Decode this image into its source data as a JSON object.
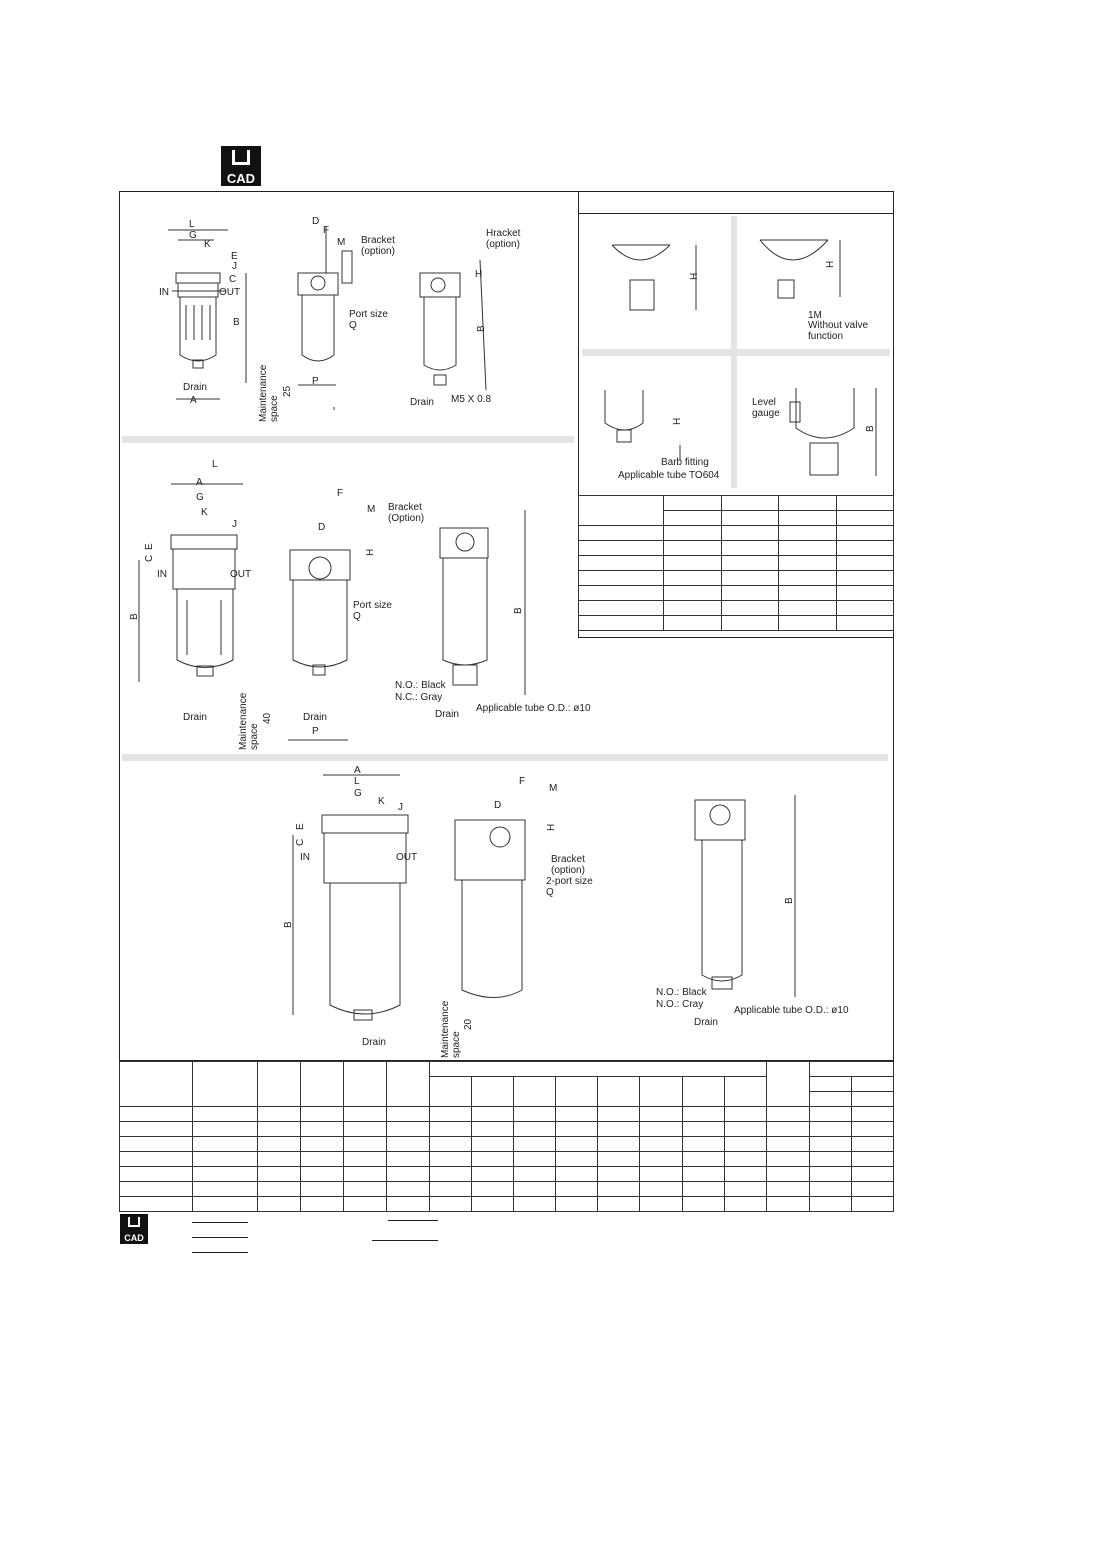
{
  "logo": {
    "text": "CAD"
  },
  "diagram1": {
    "labels": {
      "L": "L",
      "G": "G",
      "K": "K",
      "J": "J",
      "E": "E",
      "C": "C",
      "IN": "IN",
      "OUT": "OUT",
      "B": "B",
      "A": "A",
      "Drain": "Drain",
      "D": "D",
      "F": "F",
      "M": "M",
      "bracket": "Bracket\n(option)",
      "port_size": "Port size\nQ",
      "maintenance": "Maintenance\nspace",
      "maint_val": "25",
      "P": "P",
      "hracket": "Hracket\n(option)",
      "H": "H",
      "B2": "B",
      "drain2": "Drain",
      "m5": "M5 X 0.8"
    }
  },
  "options": {
    "cell1": {
      "H": "H"
    },
    "cell2": {
      "H": "H",
      "1m": "1M",
      "note": "Without valve\nfunction"
    },
    "cell3": {
      "H": "H",
      "barb": "Barb fitting",
      "tube": "Applicable tube TO604"
    },
    "cell4": {
      "level": "Level\ngauge",
      "B": "B"
    }
  },
  "diagram2": {
    "labels": {
      "L": "L",
      "A": "A",
      "G": "G",
      "K": "K",
      "J": "J",
      "E": "E",
      "C": "C",
      "IN": "IN",
      "OUT": "OUT",
      "B": "B",
      "drain": "Drain",
      "F": "F",
      "M": "M",
      "bracket": "Bracket\n(Option)",
      "D": "D",
      "H": "H",
      "port_size": "Port size\nQ",
      "maintenance": "Maintenance\nspace",
      "maint_val": "40",
      "drain2": "Drain",
      "P": "P",
      "B2": "B",
      "nc_black": "N.O.: Black",
      "nc_gray": "N.C.: Gray",
      "drain3": "Drain",
      "tube": "Applicable tube O.D.: ø10"
    }
  },
  "diagram3": {
    "labels": {
      "A": "A",
      "L": "L",
      "G": "G",
      "K": "K",
      "J": "J",
      "E": "E",
      "C": "C",
      "IN": "IN",
      "OUT": "OUT",
      "B": "B",
      "drain": "Drain",
      "F": "F",
      "M": "M",
      "D": "D",
      "H": "H",
      "bracket": "Bracket\n(option)",
      "port": "2-port size\nQ",
      "maintenance": "Maintenance\nspace",
      "maint_val": "20",
      "B2": "B",
      "nc_black": "N.O.: Black",
      "nc_gray": "N.O.: Cray",
      "drain2": "Drain",
      "tube": "Applicable tube O.D.: ø10"
    }
  },
  "bottom_logo": {
    "text": "CAD"
  }
}
